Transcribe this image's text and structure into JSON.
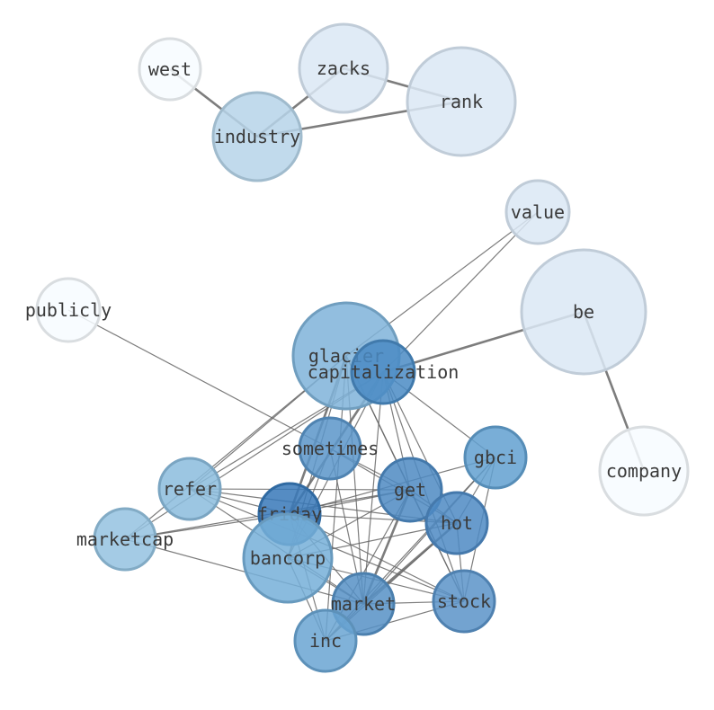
{
  "nodes": [
    {
      "id": "west",
      "label": "west",
      "color": "#f7fbff"
    },
    {
      "id": "zacks",
      "label": "zacks",
      "color": "#dae8f5"
    },
    {
      "id": "rank",
      "label": "rank",
      "color": "#dae8f5"
    },
    {
      "id": "industry",
      "label": "industry",
      "color": "#b6d4e9"
    },
    {
      "id": "value",
      "label": "value",
      "color": "#dae8f5"
    },
    {
      "id": "publicly",
      "label": "publicly",
      "color": "#f7fbff"
    },
    {
      "id": "be",
      "label": "be",
      "color": "#dae8f5"
    },
    {
      "id": "company",
      "label": "company",
      "color": "#f7fbff"
    },
    {
      "id": "glacier",
      "label": "glacier",
      "color": "#7fb3d9"
    },
    {
      "id": "capitalization",
      "label": "capitalization",
      "color": "#4a8bc4"
    },
    {
      "id": "sometimes",
      "label": "sometimes",
      "color": "#5a95c9"
    },
    {
      "id": "gbci",
      "label": "gbci",
      "color": "#62a0d0"
    },
    {
      "id": "refer",
      "label": "refer",
      "color": "#8bbcdd"
    },
    {
      "id": "get",
      "label": "get",
      "color": "#4d89c2"
    },
    {
      "id": "friday",
      "label": "friday",
      "color": "#3778b8"
    },
    {
      "id": "hot",
      "label": "hot",
      "color": "#4e8ac3"
    },
    {
      "id": "marketcap",
      "label": "marketcap",
      "color": "#94c2e0"
    },
    {
      "id": "bancorp",
      "label": "bancorp",
      "color": "#76afd8"
    },
    {
      "id": "stock",
      "label": "stock",
      "color": "#5a93c8"
    },
    {
      "id": "market",
      "label": "market",
      "color": "#5691c6"
    },
    {
      "id": "inc",
      "label": "inc",
      "color": "#6aa5d2"
    }
  ],
  "edges": [
    [
      "west",
      "industry",
      "strong"
    ],
    [
      "zacks",
      "industry",
      "strong"
    ],
    [
      "zacks",
      "rank",
      "strong"
    ],
    [
      "industry",
      "rank",
      "strong"
    ],
    [
      "be",
      "company",
      "strong"
    ],
    [
      "be",
      "capitalization",
      "strong"
    ],
    [
      "value",
      "glacier",
      "thin"
    ],
    [
      "value",
      "capitalization",
      "thin"
    ],
    [
      "publicly",
      "sometimes",
      "thin"
    ],
    [
      "glacier",
      "friday",
      "strong"
    ],
    [
      "glacier",
      "get",
      "thin"
    ],
    [
      "glacier",
      "refer",
      "thin"
    ],
    [
      "glacier",
      "marketcap",
      "thin"
    ],
    [
      "glacier",
      "stock",
      "thin"
    ],
    [
      "glacier",
      "bancorp",
      "thin"
    ],
    [
      "glacier",
      "market",
      "thin"
    ],
    [
      "glacier",
      "inc",
      "thin"
    ],
    [
      "capitalization",
      "gbci",
      "thin"
    ],
    [
      "capitalization",
      "get",
      "thin"
    ],
    [
      "capitalization",
      "hot",
      "thin"
    ],
    [
      "capitalization",
      "stock",
      "thin"
    ],
    [
      "capitalization",
      "market",
      "thin"
    ],
    [
      "capitalization",
      "friday",
      "strong"
    ],
    [
      "capitalization",
      "refer",
      "thin"
    ],
    [
      "capitalization",
      "marketcap",
      "thin"
    ],
    [
      "capitalization",
      "bancorp",
      "thin"
    ],
    [
      "sometimes",
      "get",
      "thin"
    ],
    [
      "sometimes",
      "hot",
      "thin"
    ],
    [
      "sometimes",
      "market",
      "thin"
    ],
    [
      "sometimes",
      "bancorp",
      "thin"
    ],
    [
      "gbci",
      "friday",
      "thin"
    ],
    [
      "gbci",
      "market",
      "thin"
    ],
    [
      "gbci",
      "stock",
      "thin"
    ],
    [
      "gbci",
      "hot",
      "thin"
    ],
    [
      "gbci",
      "inc",
      "thin"
    ],
    [
      "refer",
      "get",
      "thin"
    ],
    [
      "refer",
      "hot",
      "thin"
    ],
    [
      "refer",
      "market",
      "thin"
    ],
    [
      "refer",
      "stock",
      "thin"
    ],
    [
      "refer",
      "friday",
      "thin"
    ],
    [
      "get",
      "friday",
      "thin"
    ],
    [
      "get",
      "market",
      "strong"
    ],
    [
      "get",
      "stock",
      "thin"
    ],
    [
      "get",
      "inc",
      "thin"
    ],
    [
      "get",
      "hot",
      "thin"
    ],
    [
      "get",
      "bancorp",
      "thin"
    ],
    [
      "friday",
      "hot",
      "thin"
    ],
    [
      "friday",
      "market",
      "thin"
    ],
    [
      "friday",
      "inc",
      "thin"
    ],
    [
      "friday",
      "stock",
      "thin"
    ],
    [
      "friday",
      "marketcap",
      "thin"
    ],
    [
      "hot",
      "market",
      "strong"
    ],
    [
      "hot",
      "stock",
      "thin"
    ],
    [
      "hot",
      "inc",
      "thin"
    ],
    [
      "hot",
      "bancorp",
      "thin"
    ],
    [
      "marketcap",
      "market",
      "thin"
    ],
    [
      "marketcap",
      "get",
      "thin"
    ],
    [
      "bancorp",
      "market",
      "thin"
    ],
    [
      "bancorp",
      "stock",
      "thin"
    ],
    [
      "bancorp",
      "inc",
      "thin"
    ],
    [
      "stock",
      "market",
      "thin"
    ],
    [
      "stock",
      "inc",
      "thin"
    ],
    [
      "market",
      "inc",
      "thin"
    ]
  ]
}
